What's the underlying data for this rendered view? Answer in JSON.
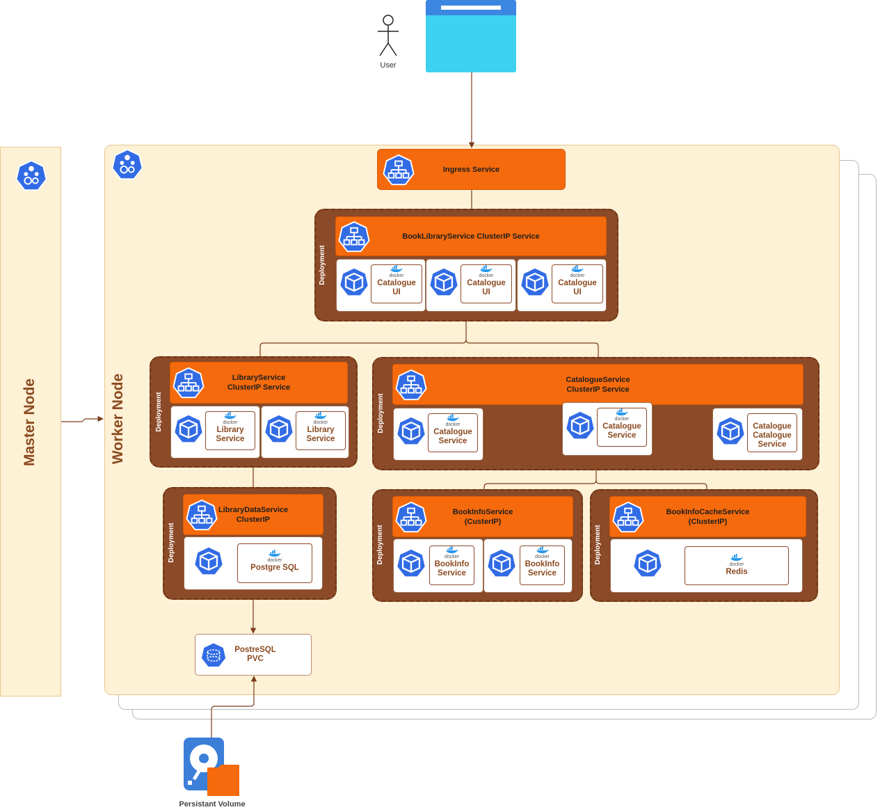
{
  "user": {
    "label": "User"
  },
  "master_node": {
    "label": "Master Node"
  },
  "worker_node": {
    "label": "Worker Node"
  },
  "ingress": {
    "label": "Ingress Service"
  },
  "deployment_label": "Deployment",
  "docker_text": "docker",
  "book_library": {
    "service": "BookLibraryService ClusterIP Service",
    "pods": [
      "Catalogue\nUI",
      "Catalogue\nUI",
      "Catalogue\nUI"
    ]
  },
  "library": {
    "service": "LibraryService\nClusterIP Service",
    "pods": [
      "Library\nService",
      "Library\nService"
    ]
  },
  "catalogue": {
    "service": "CatalogueService\nClusterIP Service",
    "pods": [
      "Catalogue\nService",
      "Catalogue\nService",
      "Catalogue\nCatalogue\nService"
    ]
  },
  "library_data": {
    "service": "LibraryDataService\nClusterIP",
    "pods": [
      "Postgre SQL"
    ]
  },
  "bookinfo": {
    "service": "BookInfoService\n(CusterIP)",
    "pods": [
      "BookInfo\nService",
      "BookInfo\nService"
    ]
  },
  "bookinfo_cache": {
    "service": "BookInfoCacheService\n(ClusterIP)",
    "pods": [
      "Redis"
    ]
  },
  "pvc": {
    "label": "PostreSQL\nPVC"
  },
  "persistent_volume": {
    "label": "Persistant Volume"
  },
  "colors": {
    "service_orange": "#f56a0c",
    "deployment_brown": "#8b4a28",
    "node_cream": "#fdf1d6",
    "k8s_blue": "#326ce5",
    "browser_cyan": "#3fd1f1",
    "browser_blue": "#3b86e0"
  },
  "icons": {
    "service": "k8s-service-icon",
    "pod": "k8s-pod-icon",
    "container": "docker-whale-icon",
    "node": "k8s-node-icon",
    "pvc": "k8s-pvc-icon",
    "volume": "persistent-volume-icon",
    "user": "user-icon",
    "browser": "browser-window-icon"
  }
}
